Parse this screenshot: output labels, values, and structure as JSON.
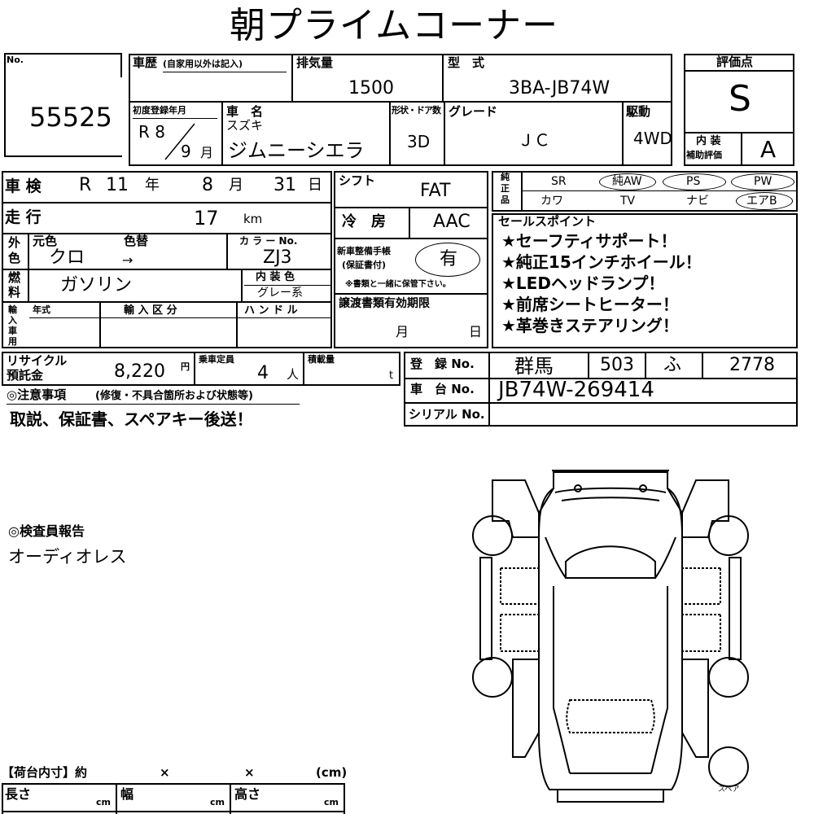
{
  "title": "朝プライムコーナー",
  "no": {
    "label": "No.",
    "value": "55525"
  },
  "history": {
    "label": "車歴",
    "note": "(自家用以外は記入)"
  },
  "displacement": {
    "label": "排気量",
    "value": "1500"
  },
  "model_code": {
    "label": "型　式",
    "value": "3BA-JB74W"
  },
  "evaluation": {
    "label": "評価点",
    "value": "S",
    "interior_label_1": "内 装",
    "interior_label_2": "補助評価",
    "interior_value": "A"
  },
  "first_registration": {
    "label": "初度登録年月",
    "era_year": "R 8",
    "month": "9",
    "month_unit": "月"
  },
  "car_name": {
    "label": "車　名",
    "maker": "スズキ",
    "name": "ジムニーシエラ"
  },
  "shape": {
    "label": "形状・ドア数",
    "value": "3D"
  },
  "grade": {
    "label": "グレード",
    "value": "ＪＣ"
  },
  "drive": {
    "label": "駆動",
    "value": "4WD"
  },
  "inspection": {
    "label": "車 検",
    "era": "R",
    "year": "11",
    "year_unit": "年",
    "month": "8",
    "month_unit": "月",
    "day": "31",
    "day_unit": "日"
  },
  "shift": {
    "label": "シフト",
    "value": "FAT"
  },
  "equipment": {
    "label_1": "純",
    "label_2": "正",
    "label_3": "品",
    "row1": [
      "SR",
      "純AW",
      "PS",
      "PW"
    ],
    "row2": [
      "カワ",
      "TV",
      "ナビ",
      "エアB"
    ]
  },
  "mileage": {
    "label": "走 行",
    "value": "17",
    "unit": "km"
  },
  "aircon": {
    "label": "冷　房",
    "value": "AAC"
  },
  "exterior": {
    "label_1": "外",
    "label_2": "色",
    "original_label": "元色",
    "original_value": "クロ",
    "change_label": "色替",
    "change_value": "→"
  },
  "color_no": {
    "label": "カ ラ ー No.",
    "value": "ZJ3"
  },
  "maintenance": {
    "label_1": "新車整備手帳",
    "label_2": "(保証書付)",
    "value": "有",
    "note": "※書類と一緒に保管下さい。"
  },
  "sales_points": {
    "label": "セールスポイント",
    "items": [
      "★セーフティサポート！",
      "★純正15インチホイール！",
      "★LEDヘッドランプ！",
      "★前席シートヒーター！",
      "★革巻きステアリング！"
    ]
  },
  "fuel": {
    "label_1": "燃",
    "label_2": "料",
    "value": "ガソリン"
  },
  "interior_color": {
    "label": "内 装 色",
    "value": "グレー系"
  },
  "import": {
    "label_1": "輸",
    "label_2": "入",
    "label_3": "車",
    "label_4": "用",
    "year_label": "年式",
    "division_label": "輸 入 区 分",
    "handle_label": "ハ ン ド ル"
  },
  "transfer_docs": {
    "label": "譲渡書類有効期限",
    "month_unit": "月",
    "day_unit": "日"
  },
  "recycle": {
    "label_1": "リサイクル",
    "label_2": "預託金",
    "value": "8,220",
    "unit": "円"
  },
  "capacity": {
    "label": "乗車定員",
    "value": "4",
    "unit": "人"
  },
  "load": {
    "label": "積載量",
    "unit": "t"
  },
  "registration": {
    "label": "登　録 No.",
    "region": "群馬",
    "class": "503",
    "kana": "ふ",
    "number": "2778"
  },
  "chassis": {
    "label": "車　台 No.",
    "value": "JB74W-269414"
  },
  "serial": {
    "label": "シリアル No."
  },
  "notes": {
    "label": "◎注意事項",
    "sub": "(修復・不具合箇所および状態等)",
    "text": "取説、保証書、スペアキー後送！"
  },
  "inspector": {
    "label": "◎検査員報告",
    "text": "オーディオレス"
  },
  "cargo": {
    "label": "【荷台内寸】約",
    "x1": "×",
    "x2": "×",
    "unit_label": "(cm)",
    "length": "長さ",
    "width": "幅",
    "height": "高さ",
    "cm": "cm"
  },
  "spare": {
    "label": "スペア"
  }
}
